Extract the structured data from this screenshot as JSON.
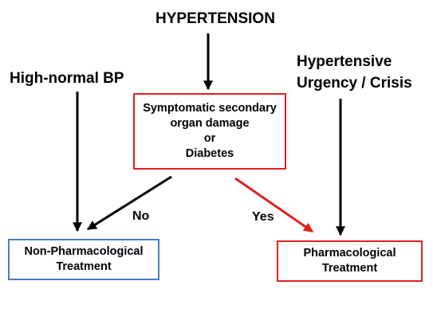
{
  "title": "HYPERTENSION",
  "left_label": "High-normal BP",
  "right_label": [
    "Hypertensive",
    "Urgency / Crisis"
  ],
  "center_box": {
    "lines": [
      "Symptomatic secondary",
      "organ damage",
      "or",
      "Diabetes"
    ]
  },
  "edge_labels": {
    "no": "No",
    "yes": "Yes"
  },
  "left_box": {
    "lines": [
      "Non-Pharmacological",
      "Treatment"
    ]
  },
  "right_box": {
    "lines": [
      "Pharmacological",
      "Treatment"
    ]
  },
  "colors": {
    "black": "#000000",
    "red": "#e02020",
    "blue": "#4a7ebb"
  }
}
